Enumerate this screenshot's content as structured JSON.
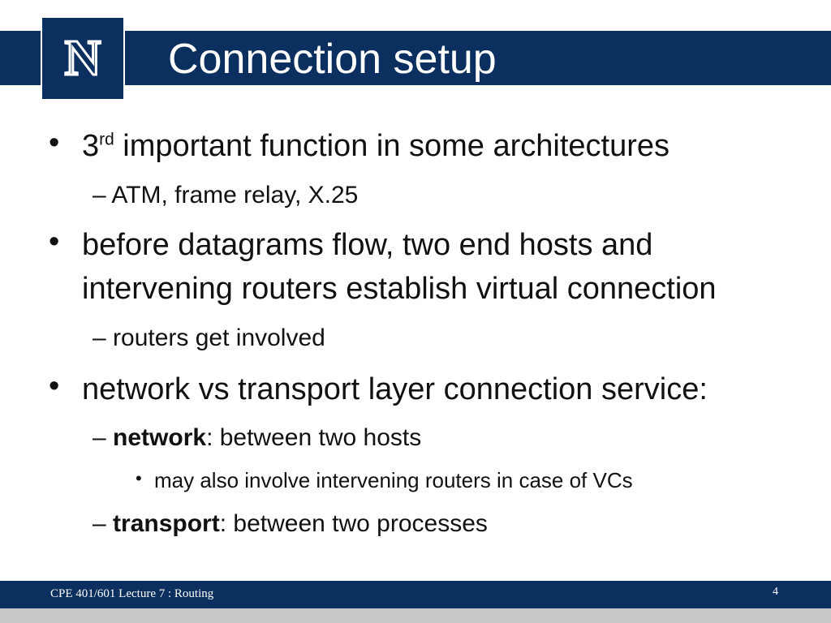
{
  "header": {
    "title": "Connection setup",
    "logo_letter": "N"
  },
  "bullets": [
    {
      "sup_prefix": "3",
      "sup": "rd",
      "text": " important function in some architectures",
      "subs": [
        {
          "dash": "–",
          "text": "ATM, frame relay, X.25"
        }
      ]
    },
    {
      "text_line1": "before datagrams flow, two end hosts and",
      "text_line2": "intervening routers establish virtual connection",
      "subs": [
        {
          "dash": "–",
          "text": "routers get involved"
        }
      ]
    },
    {
      "text": "network vs transport layer connection service:",
      "subs": [
        {
          "dash": "–",
          "bold": "network",
          "text": ": between two hosts",
          "subs": [
            {
              "bullet": "•",
              "text": "may also involve intervening routers in case of VCs"
            }
          ]
        },
        {
          "dash": "–",
          "bold": "transport",
          "text": ": between two processes"
        }
      ]
    }
  ],
  "footer": {
    "text": "CPE 401/601 Lecture 7 :  Routing",
    "page_number": "4"
  },
  "colors": {
    "brand_blue": "#0b2f5e",
    "background": "#ffffff",
    "bottom_strip": "#c8c8c8"
  }
}
